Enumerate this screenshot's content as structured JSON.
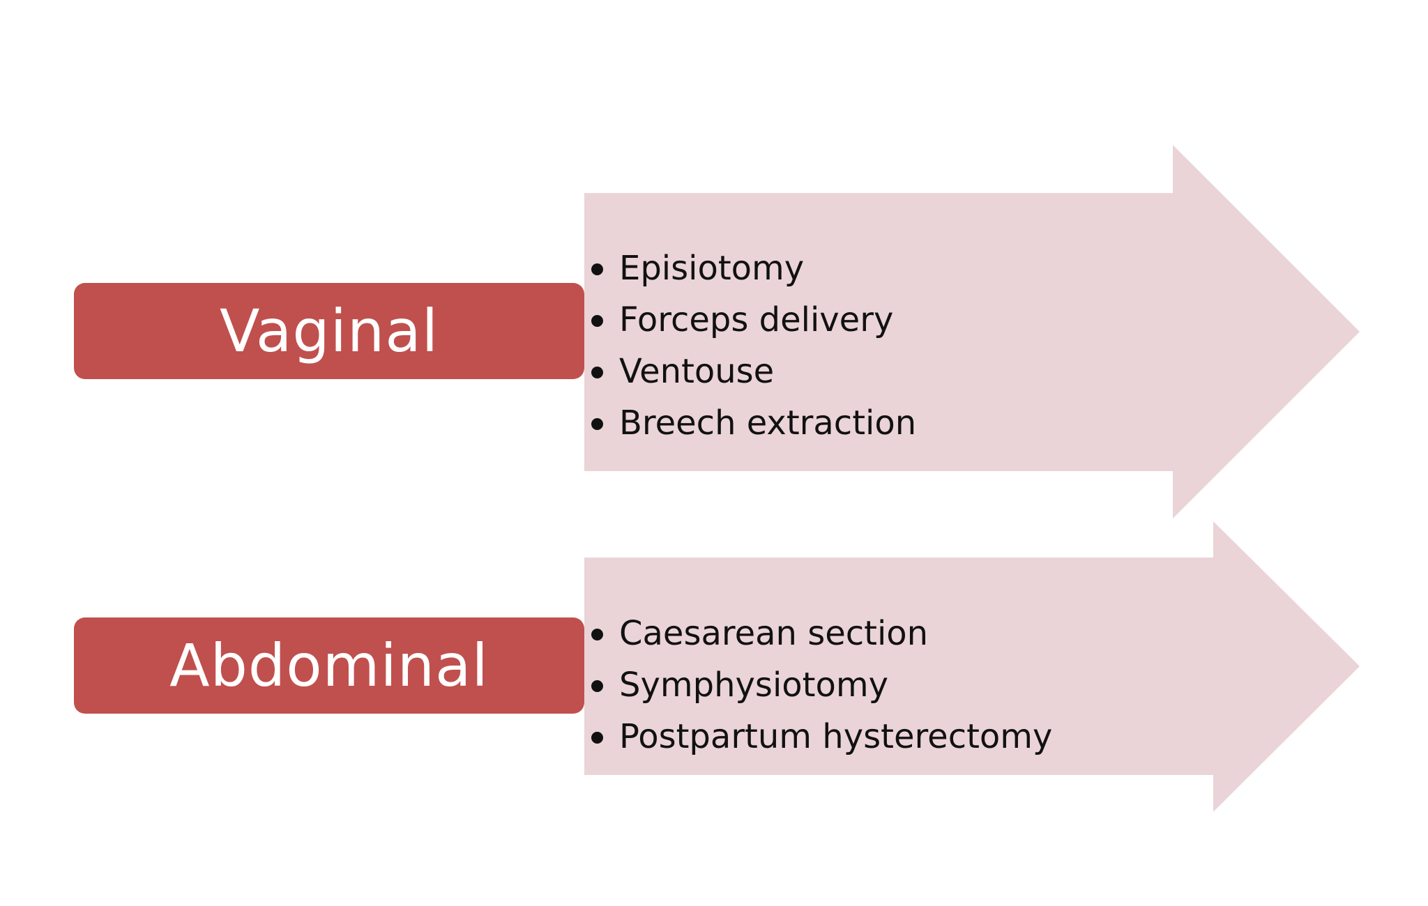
{
  "colors": {
    "label_fill": "#c0504d",
    "arrow_fill": "#ead4d8",
    "label_text": "#ffffff",
    "bullet_text": "#111111"
  },
  "rows": [
    {
      "label": "Vaginal",
      "items": [
        "Episiotomy",
        "Forceps delivery",
        "Ventouse",
        "Breech extraction"
      ]
    },
    {
      "label": "Abdominal",
      "items": [
        "Caesarean section",
        "Symphysiotomy",
        "Postpartum hysterectomy"
      ]
    }
  ]
}
